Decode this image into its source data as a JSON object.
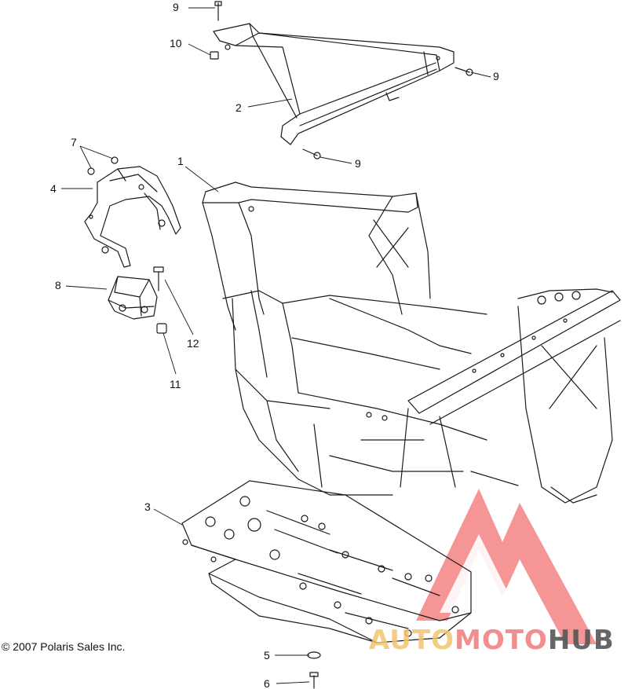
{
  "diagram": {
    "callouts": [
      {
        "id": "9a",
        "label": "9"
      },
      {
        "id": "10",
        "label": "10"
      },
      {
        "id": "9b",
        "label": "9"
      },
      {
        "id": "2",
        "label": "2"
      },
      {
        "id": "9c",
        "label": "9"
      },
      {
        "id": "7",
        "label": "7"
      },
      {
        "id": "1",
        "label": "1"
      },
      {
        "id": "4",
        "label": "4"
      },
      {
        "id": "8",
        "label": "8"
      },
      {
        "id": "12",
        "label": "12"
      },
      {
        "id": "11",
        "label": "11"
      },
      {
        "id": "3",
        "label": "3"
      },
      {
        "id": "5",
        "label": "5"
      },
      {
        "id": "6",
        "label": "6"
      }
    ],
    "copyright": "© 2007 Polaris Sales Inc."
  },
  "watermark": {
    "brand_part1": "AUTO",
    "brand_part2": "MOTO",
    "brand_part3": "HUB",
    "colors": {
      "triangle": "#f25a5a",
      "auto": "#f2c46d",
      "moto": "#f07a7a",
      "hub": "#555555"
    }
  },
  "colors": {
    "line": "#1a1a1a",
    "background": "#ffffff"
  }
}
